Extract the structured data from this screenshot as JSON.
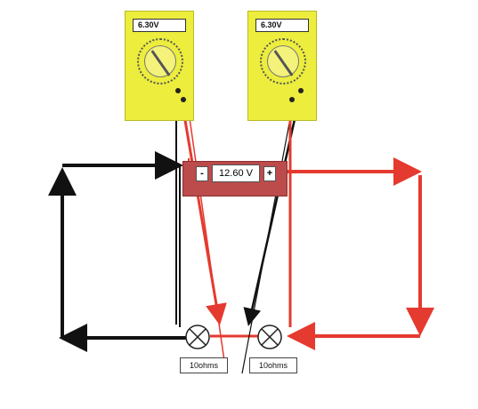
{
  "meters": [
    {
      "reading": "6.30V"
    },
    {
      "reading": "6.30V"
    }
  ],
  "battery": {
    "voltage": "12.60 V",
    "negative_terminal": "-",
    "positive_terminal": "+"
  },
  "loads": [
    {
      "label": "10ohms"
    },
    {
      "label": "10ohms"
    }
  ],
  "colors": {
    "negative_wire": "#111111",
    "positive_wire": "#e53a2f",
    "meter_body": "#eced3d",
    "battery_body": "#bc4b4b"
  }
}
